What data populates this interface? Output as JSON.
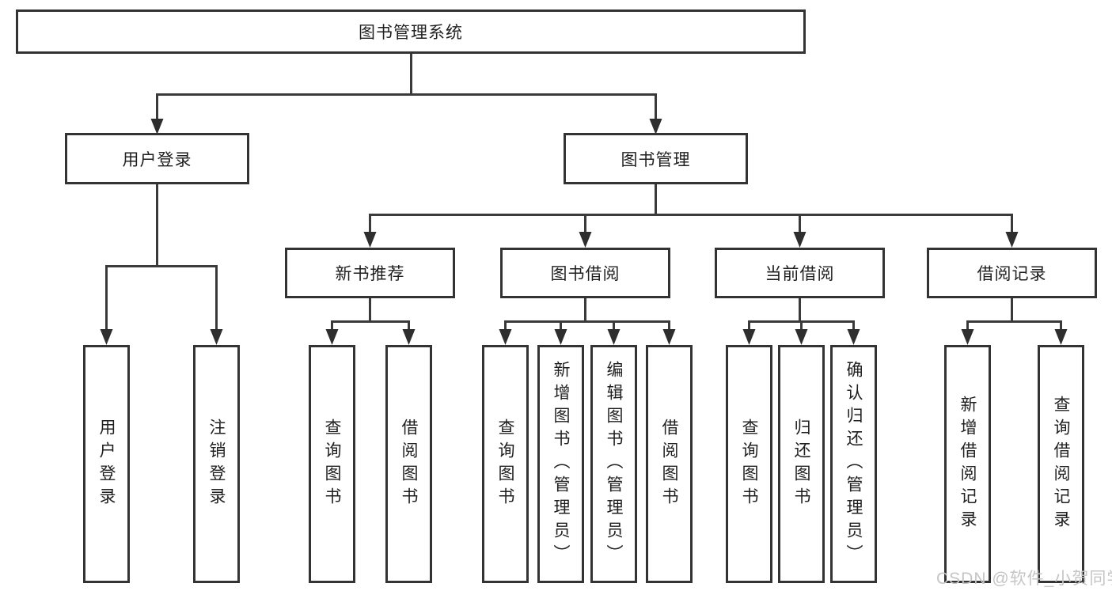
{
  "diagram_title": "图书管理系统",
  "colors": {
    "line": "#3a3a3a",
    "arrow": "#2e2e2e",
    "box_border": "#333333",
    "box_background": "#ffffff",
    "text": "#1f1f1f",
    "watermark": "#c5c5c5"
  },
  "tree": {
    "root": {
      "label": "图书管理系统"
    },
    "children": [
      {
        "label": "用户登录",
        "children": [
          {
            "label": "用户登录"
          },
          {
            "label": "注销登录"
          }
        ]
      },
      {
        "label": "图书管理",
        "children": [
          {
            "label": "新书推荐",
            "children": [
              {
                "label": "查询图书"
              },
              {
                "label": "借阅图书"
              }
            ]
          },
          {
            "label": "图书借阅",
            "children": [
              {
                "label": "查询图书"
              },
              {
                "label": "新增图书（管理员）"
              },
              {
                "label": "编辑图书（管理员）"
              },
              {
                "label": "借阅图书"
              }
            ]
          },
          {
            "label": "当前借阅",
            "children": [
              {
                "label": "查询图书"
              },
              {
                "label": "归还图书"
              },
              {
                "label": "确认归还（管理员）"
              }
            ]
          },
          {
            "label": "借阅记录",
            "children": [
              {
                "label": "新增借阅记录"
              },
              {
                "label": "查询借阅记录"
              }
            ]
          }
        ]
      }
    ]
  },
  "watermark": {
    "text": "CSDN @软件_小贺同学"
  }
}
